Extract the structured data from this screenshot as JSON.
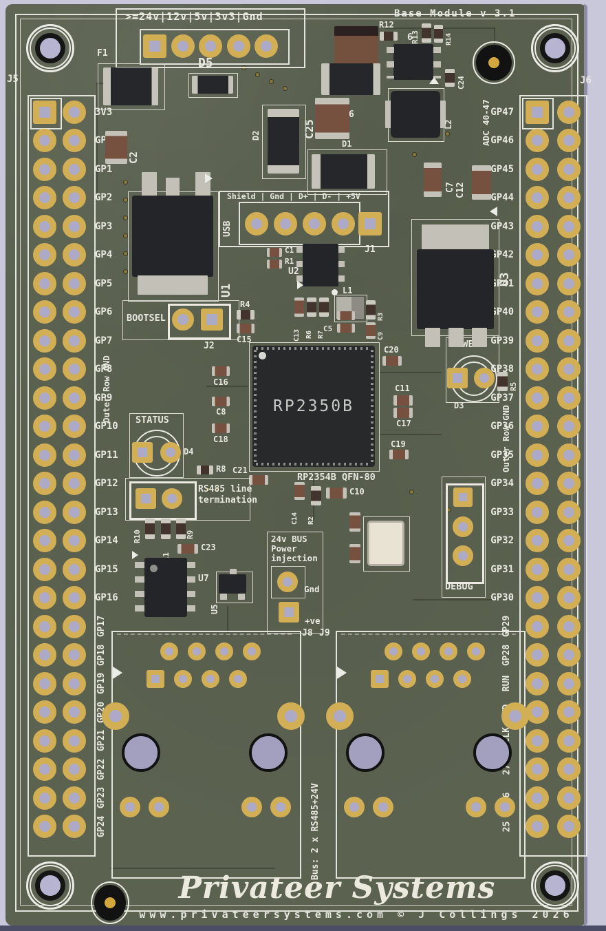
{
  "colors": {
    "background": "#c9c7da",
    "board_green": "#5b6250",
    "silkscreen": "#e8e8e1",
    "pad_gold": "#d2ae55",
    "hole_lavender": "#adaac8"
  },
  "title": "Base Module v 3.1",
  "mounting": {
    "j5": "J5",
    "j6": "J6"
  },
  "power_input": {
    "label": ">=24v|12v|5v|3v3|Gnd",
    "pads": [
      "sq",
      "",
      "",
      "",
      ""
    ]
  },
  "left_header": {
    "gnd_note": "Outer Row GND",
    "labels": [
      {
        "t": "3V3"
      },
      {
        "t": "GP0"
      },
      {
        "t": "GP1"
      },
      {
        "t": "GP2"
      },
      {
        "t": "GP3"
      },
      {
        "t": "GP4"
      },
      {
        "t": "GP5"
      },
      {
        "t": "GP6"
      },
      {
        "t": "GP7"
      },
      {
        "t": "GP8"
      },
      {
        "t": "GP9"
      },
      {
        "t": "GP10"
      },
      {
        "t": "GP11"
      },
      {
        "t": "GP12"
      },
      {
        "t": "GP13"
      },
      {
        "t": "GP14"
      },
      {
        "t": "GP15"
      },
      {
        "t": "GP16"
      },
      {
        "t": "GP17",
        "cls": "rot"
      },
      {
        "t": "GP18",
        "cls": "rot"
      },
      {
        "t": "GP19",
        "cls": "rot"
      },
      {
        "t": "GP20",
        "cls": "rot"
      },
      {
        "t": "GP21",
        "cls": "rot"
      },
      {
        "t": "GP22",
        "cls": "rot"
      },
      {
        "t": "GP23",
        "cls": "rot"
      },
      {
        "t": "GP24",
        "cls": "rot"
      }
    ],
    "col_a": [
      "sq",
      "",
      "",
      "",
      "",
      "",
      "",
      "",
      "",
      "",
      "",
      "",
      "",
      "",
      "",
      "",
      "",
      "",
      "",
      "",
      "",
      "",
      "",
      "",
      "",
      ""
    ],
    "col_b": [
      "",
      "",
      "",
      "",
      "",
      "",
      "",
      "",
      "",
      "",
      "",
      "",
      "",
      "",
      "",
      "",
      "",
      "",
      "",
      "",
      "",
      "",
      "",
      "",
      "",
      ""
    ]
  },
  "right_header": {
    "adc_note": "ADC 40-47",
    "gnd_note": "Outer Row GND",
    "labels": [
      {
        "t": "GP47"
      },
      {
        "t": "GP46"
      },
      {
        "t": "GP45"
      },
      {
        "t": "GP44"
      },
      {
        "t": "GP43"
      },
      {
        "t": "GP42"
      },
      {
        "t": "GP41"
      },
      {
        "t": "GP40"
      },
      {
        "t": "GP39"
      },
      {
        "t": "GP38"
      },
      {
        "t": "GP37"
      },
      {
        "t": "GP36"
      },
      {
        "t": "GP35"
      },
      {
        "t": "GP34"
      },
      {
        "t": "GP33"
      },
      {
        "t": "GP32"
      },
      {
        "t": "GP31"
      },
      {
        "t": "GP30"
      },
      {
        "t": "GP29",
        "cls": "rot"
      },
      {
        "t": "GP28",
        "cls": "rot"
      },
      {
        "t": "RUN",
        "cls": "rot"
      },
      {
        "t": "SWD",
        "cls": "rot"
      },
      {
        "t": "SWCLK",
        "cls": "rot"
      },
      {
        "t": "27",
        "cls": "rot"
      },
      {
        "t": "26",
        "cls": "rot"
      },
      {
        "t": "25",
        "cls": "rot"
      }
    ],
    "col_a": [
      "sq",
      "",
      "",
      "",
      "",
      "",
      "",
      "",
      "",
      "",
      "",
      "",
      "",
      "",
      "",
      "",
      "",
      "",
      "",
      "",
      "",
      "",
      "",
      "",
      "",
      ""
    ],
    "col_b": [
      "",
      "",
      "",
      "",
      "",
      "",
      "",
      "",
      "",
      "",
      "",
      "",
      "",
      "",
      "",
      "",
      "",
      "",
      "",
      "",
      "",
      "",
      "",
      "",
      "",
      ""
    ]
  },
  "usb": {
    "name": "USB",
    "pins_label": "Shield | Gnd | D+ | D- | +5V",
    "ref": "J1",
    "pads": [
      "",
      "",
      "",
      ""
    ]
  },
  "mcu": {
    "marking": "RP2350B",
    "footprint": "RP2354B QFN-80"
  },
  "bootsel": {
    "label": "BOOTSEL",
    "ref": "J2"
  },
  "status_led": {
    "label": "STATUS",
    "ref": "D4"
  },
  "power_led": {
    "label": "POWER",
    "ref": "D3",
    "resistor": "R5"
  },
  "rs485": {
    "line1": "RS485 line",
    "line2": "termination"
  },
  "debug": {
    "label": "DEBUG"
  },
  "injection": {
    "line1": "24v BUS",
    "line2": "Power",
    "line3": "injection",
    "gnd": "Gnd",
    "positive": "+ve"
  },
  "bus_connectors": {
    "j8": "J8",
    "j9": "J9",
    "note": "Bus: 2 x RS485+24V",
    "row_top": [
      "",
      "",
      "",
      ""
    ],
    "row_mid": [
      "sq",
      "",
      "",
      ""
    ],
    "row_bot": [
      "",
      ""
    ]
  },
  "refs": {
    "f1": "F1",
    "d5": "D5",
    "c2": "C2",
    "c25": "C25",
    "d2": "D2",
    "d1": "D1",
    "c6": "6",
    "r12": "R12",
    "r13": "R13",
    "r14": "R14",
    "u6": "6",
    "c24": "C24",
    "l2": "L2",
    "c7": "C7",
    "c12": "C12",
    "u1": "U1",
    "u2": "U2",
    "u3": "U3",
    "u5": "U5",
    "u7": "U7",
    "c1": "C1",
    "r1": "R1",
    "l1": "L1",
    "r4": "R4",
    "c15": "C15",
    "c13": "C13",
    "r6": "R6",
    "r7": "R7",
    "c5": "C5",
    "c9": "C9",
    "r3": "R3",
    "c16": "C16",
    "c8": "C8",
    "c18": "C18",
    "r8": "R8",
    "c21": "C21",
    "c20": "C20",
    "c11": "C11",
    "c17": "C17",
    "c19": "C19",
    "c10": "C10",
    "c14": "C14",
    "r2": "R2",
    "r10": "R10",
    "r11": "R11",
    "r9": "R9",
    "c23": "C23"
  },
  "branding": {
    "logo": "Privateer Systems",
    "footer": "www.privateersystems.com © J Collings 2026"
  }
}
